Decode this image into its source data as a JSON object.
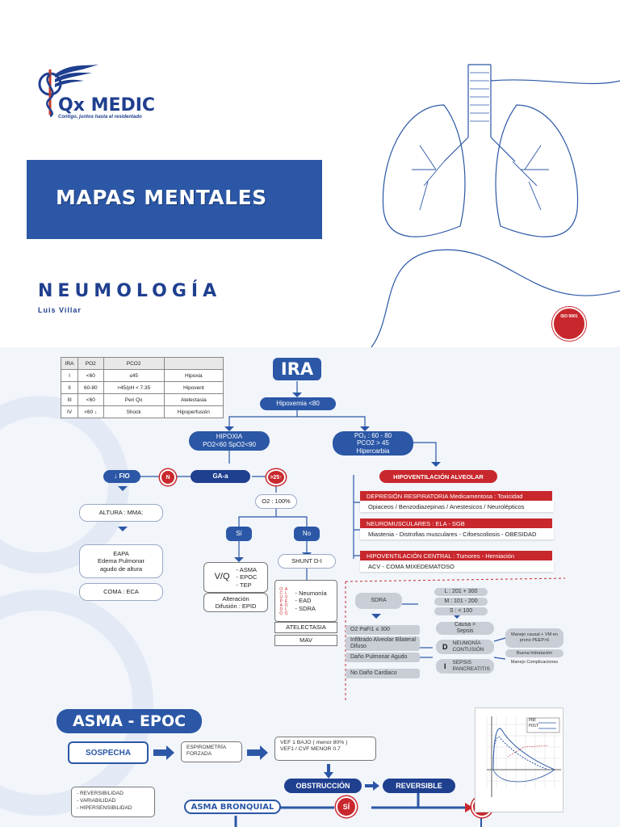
{
  "cover": {
    "brand": "Qx Medic",
    "brand_qx": "Qx ",
    "brand_medic": "MEDIC",
    "tagline": "Contigo, juntos hasta el residentado",
    "title": "MAPAS MENTALES",
    "subject": "NEUMOLOGÍA",
    "author": "Luis Villar",
    "seal_text": "ISO 9001"
  },
  "ira_table": {
    "headers": [
      "IRA",
      "PO2",
      "PCO2",
      ""
    ],
    "rows": [
      [
        "I",
        "<60",
        "≤45",
        "Hipoxia"
      ],
      [
        "II",
        "60-80",
        ">45/pH < 7.35",
        "Hipovent"
      ],
      [
        "III",
        "<60",
        "Peri Qx",
        "Atelectasia"
      ],
      [
        "IV",
        "<60 ↓",
        "Shock",
        "Hipoperfusión"
      ]
    ]
  },
  "ira": {
    "title": "IRA",
    "hipoxemia": "Hipoxemia <80",
    "hipoxia_1": "HIPOXIA",
    "hipoxia_2": "PO2<60 SpO2<90",
    "hiper_1": "PO₂ : 60 - 80",
    "hiper_2": "PCO2 > 45",
    "hiper_3": "Hipercarbia",
    "fio": "↓ FIO",
    "n": "N",
    "gaa": "GA-a",
    "gt25": ">25↑",
    "o2": "O2 : 100%",
    "si": "Sí",
    "no": "No",
    "altura": "ALTURA : MMA:",
    "eapa_1": "EAPA",
    "eapa_2": "Edema Pulmonar",
    "eapa_3": "agudo de altura",
    "coma": "COMA : ECA",
    "vq": "V/Q",
    "vq_list": "- ASMA\n- EPOC\n- TEP",
    "vq_foot_1": "Alteración",
    "vq_foot_2": "Difusión : EPID",
    "shunt": "SHUNT D-I",
    "alveolo": "ALVEOLO OCUPADO",
    "alveolo_list": "- Neumonía\n- EAD\n- SDRA",
    "atelectasia": "ATELECTASIA",
    "mav": "MAV"
  },
  "hipoventilacion": {
    "title": "HIPOVENTILACIÓN ALVEOLAR",
    "items": [
      {
        "head": "DEPRESIÓN RESPIRATORIA Medicamentosa : Toxicidad",
        "body": "Opiaceos / Benzodiazepinas / Anestesicos / Neurolépticos"
      },
      {
        "head": "NEUROMUSCULARES : ELA - SGB",
        "body": "Miastenia - Distrofias musculares - Cifoescoliosis - OBESIDAD"
      },
      {
        "head": "HIPOVENTILACIÓN CENTRAL : Tumores - Herniación",
        "body": "ACV - COMA MIXEDEMATOSO"
      }
    ]
  },
  "sdra": {
    "title": "SDRA",
    "l": "L : 201 + 300",
    "m": "M : 101 - 200",
    "s": "S : < 100",
    "criteria": [
      "O2 PaFi1 ≤ 300",
      "Infiltrado Alveolar Bilateral Difuso",
      "Daño Pulmonar Agudo",
      "No Daño Cardiaco"
    ],
    "causa_1": "Causa >",
    "causa_2": "Sepsis",
    "d": "D",
    "d_text": "NEUMONÍA CONTUSIÓN",
    "i": "I",
    "i_text": "SEPSIS PANCREATITIS",
    "manejo_1": "Manejo causal + VM en prono PEEP>6",
    "manejo_2": "Buena hidratación",
    "manejo_3": "Manejo Complicaciones"
  },
  "asma_epoc": {
    "title": "ASMA - EPOC",
    "sospecha": "SOSPECHA",
    "espiro_1": "ESPIROMETRÍA",
    "espiro_2": "FORZADA",
    "vef_1": "VEF 1 BAJO ( menor 80% )",
    "vef_2": "VEF1 / CVF MENOR 0.7",
    "obstruccion": "OBSTRUCCIÓN",
    "reversible": "REVERSIBLE",
    "asma": "ASMA BRONQUIAL",
    "si": "SÍ",
    "no": "NO",
    "asma_list": [
      "- REVERSIBILIDAD",
      "- VARIABILIDAD",
      "- HIPERSENSIBILIDAD"
    ],
    "chart_legend_pre": "PRE",
    "chart_legend_post": "POST"
  }
}
